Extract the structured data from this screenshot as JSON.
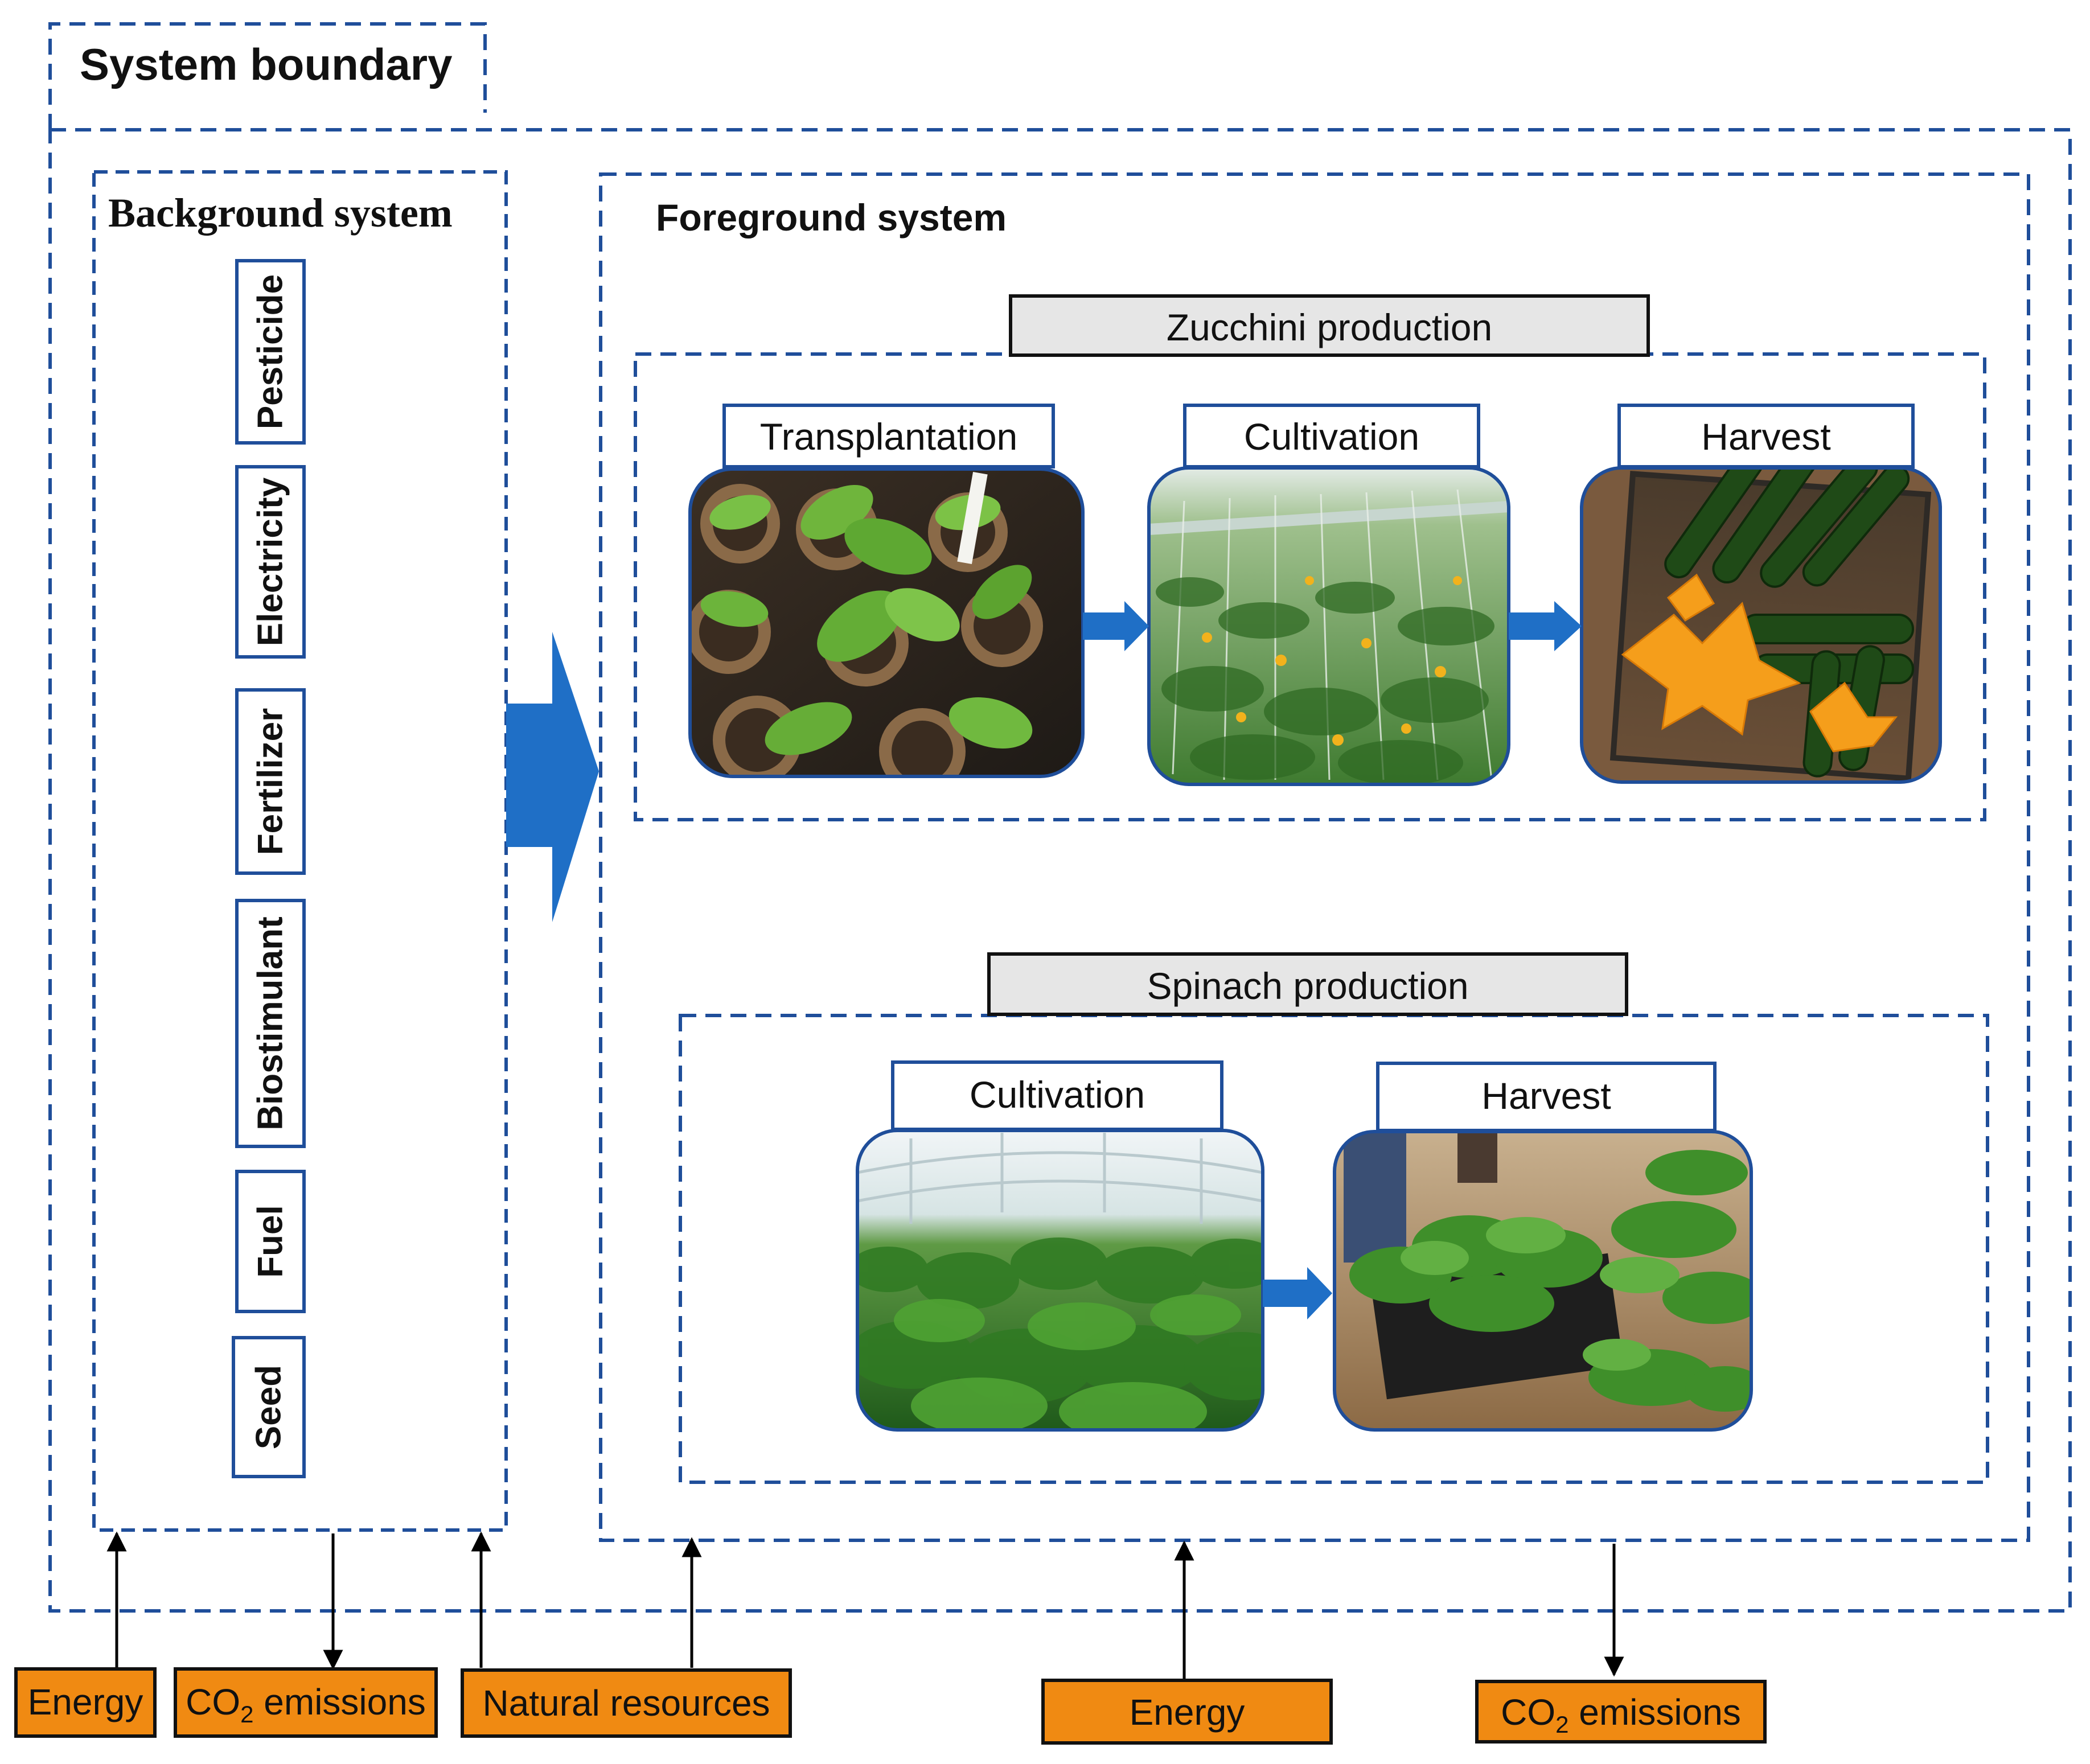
{
  "title": "System boundary",
  "background": {
    "title": "Background system",
    "items": [
      "Pesticide",
      "Electricity",
      "Fertilizer",
      "Biostimulant",
      "Fuel",
      "Seed"
    ]
  },
  "foreground": {
    "title": "Foreground system",
    "zucchini": {
      "title": "Zucchini production",
      "stages": [
        "Transplantation",
        "Cultivation",
        "Harvest"
      ]
    },
    "spinach": {
      "title": "Spinach production",
      "stages": [
        "Cultivation",
        "Harvest"
      ]
    }
  },
  "flows": {
    "energy_left": "Energy",
    "co2_left_prefix": "CO",
    "co2_left_sub": "2",
    "co2_left_suffix": " emissions",
    "natural_resources": "Natural resources",
    "energy_right": "Energy",
    "co2_right_prefix": "CO",
    "co2_right_sub": "2",
    "co2_right_suffix": " emissions"
  },
  "colors": {
    "boundary": "#1f4e9a",
    "arrow_blue": "#1f6fc6",
    "flow_box_fill": "#f08a12",
    "title_bar_fill": "#e6e6e6"
  }
}
